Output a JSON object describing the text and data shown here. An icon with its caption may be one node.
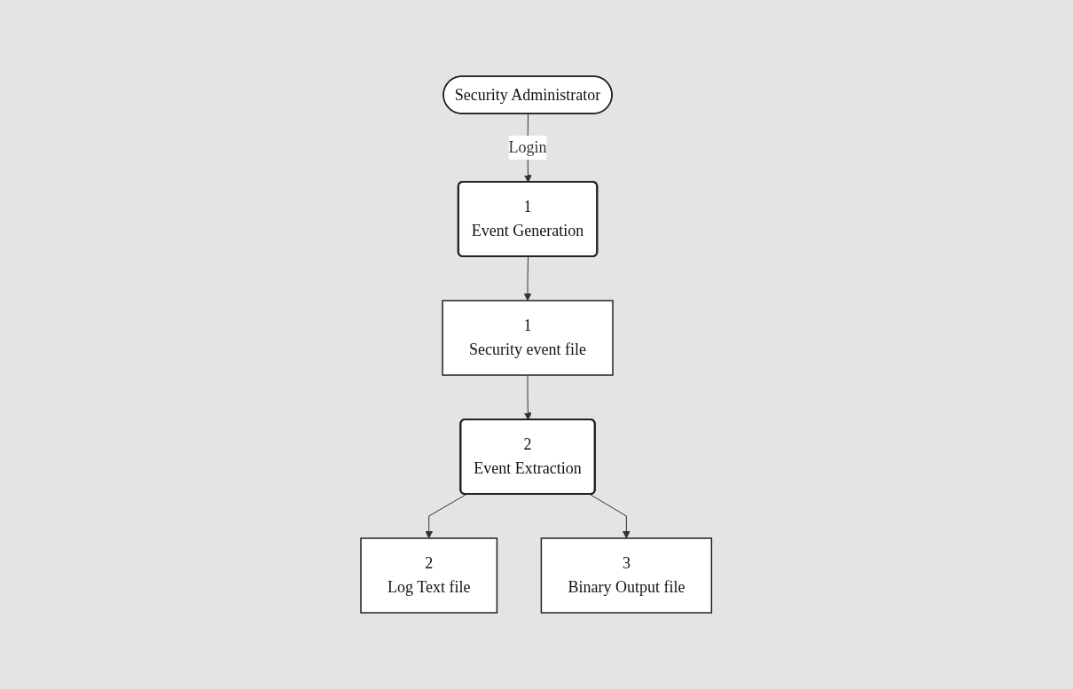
{
  "diagram": {
    "nodes": [
      {
        "text": [
          "Security Administrator"
        ]
      },
      {
        "text": [
          "1",
          "Event Generation"
        ]
      },
      {
        "text": [
          "1",
          "Security event file"
        ]
      },
      {
        "text": [
          "2",
          "Event Extraction"
        ]
      },
      {
        "text": [
          "2",
          "Log Text file"
        ]
      },
      {
        "text": [
          "3",
          "Binary Output file"
        ]
      }
    ],
    "edges": [
      {
        "from": 0,
        "to": 1,
        "arrow": "to",
        "label": "Login"
      },
      {
        "from": 1,
        "to": 2,
        "arrow": "to"
      },
      {
        "from": 2,
        "to": 3,
        "arrow": "to"
      },
      {
        "from": 3,
        "to": 4,
        "arrow": "to"
      },
      {
        "from": 3,
        "to": 5,
        "arrow": "to"
      }
    ]
  }
}
